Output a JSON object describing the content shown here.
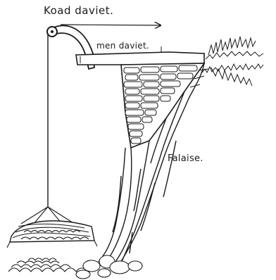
{
  "labels": {
    "koad_daviet": "Koad daviet.",
    "men_daviet": "men daviet.",
    "falaise": "Falaise."
  },
  "colors": {
    "ink": "#1a1a1a",
    "paper": "#ffffff"
  }
}
